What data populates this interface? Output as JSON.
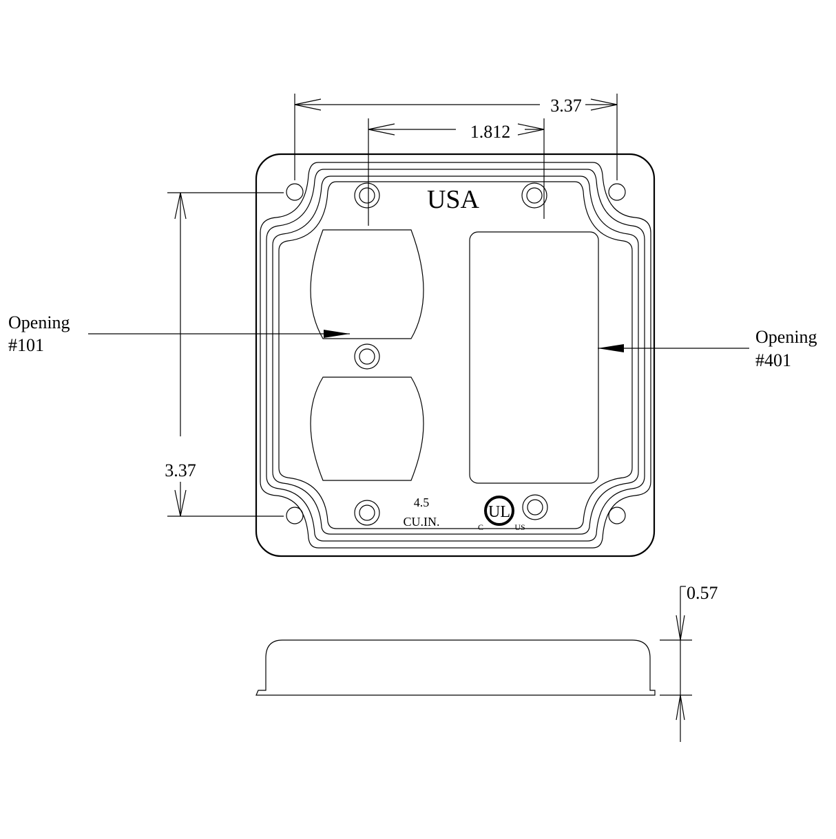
{
  "dimensions": {
    "overall_width": "3.37",
    "hole_spacing": "1.812",
    "overall_height": "3.37",
    "depth": "0.57"
  },
  "callouts": {
    "left_line1": "Opening",
    "left_line2": "#101",
    "right_line1": "Opening",
    "right_line2": "#401"
  },
  "plate": {
    "stamp": "USA",
    "volume_value": "4.5",
    "volume_unit": "CU.IN."
  },
  "ul_mark": {
    "letters": "UL",
    "left": "C",
    "right": "US"
  },
  "colors": {
    "ink": "#000000",
    "paper": "#ffffff"
  }
}
